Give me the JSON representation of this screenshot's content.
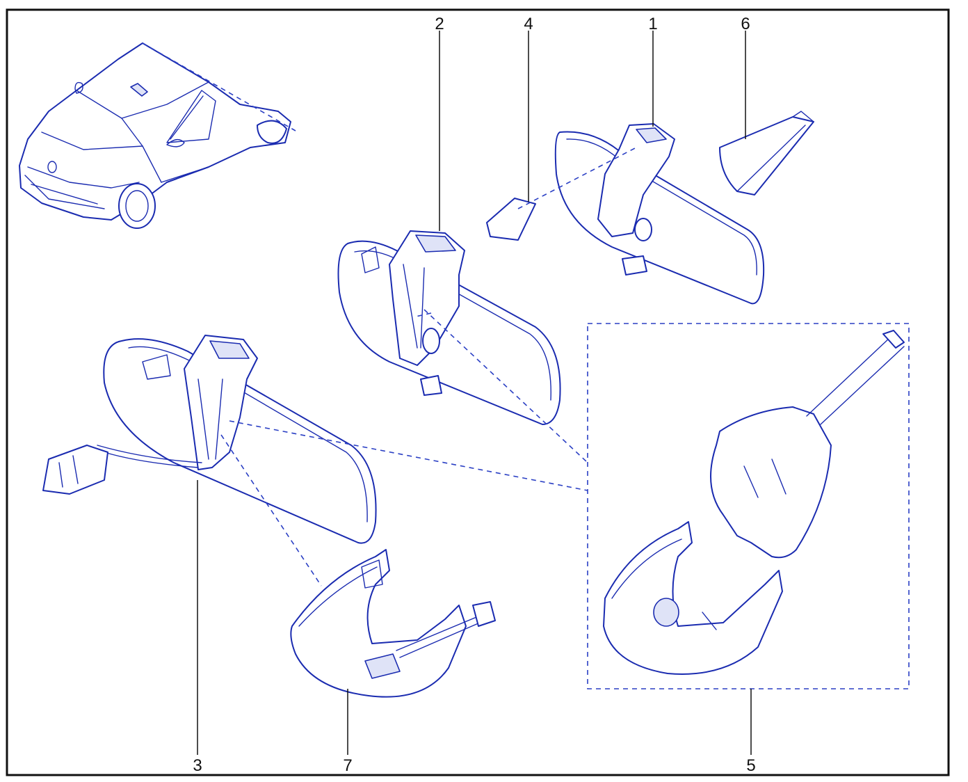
{
  "callouts": [
    {
      "id": "1",
      "label": "1"
    },
    {
      "id": "2",
      "label": "2"
    },
    {
      "id": "3",
      "label": "3"
    },
    {
      "id": "4",
      "label": "4"
    },
    {
      "id": "5",
      "label": "5"
    },
    {
      "id": "6",
      "label": "6"
    },
    {
      "id": "7",
      "label": "7"
    }
  ],
  "colors": {
    "line": "#1a2bb0",
    "frame": "#111111",
    "background": "#ffffff"
  }
}
